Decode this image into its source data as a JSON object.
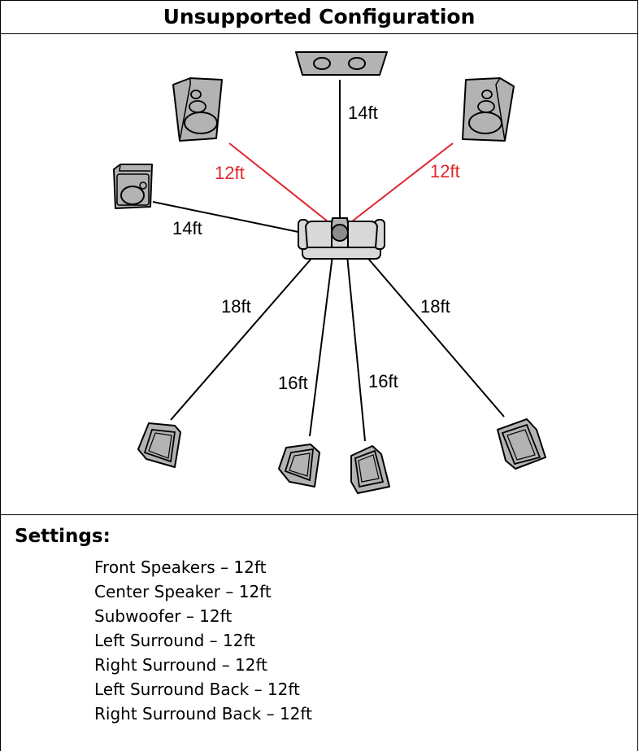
{
  "header": {
    "title": "Unsupported Configuration"
  },
  "diagram": {
    "distances": {
      "center": "14ft",
      "front_left": "12ft",
      "front_right": "12ft",
      "subwoofer": "14ft",
      "left_surround": "18ft",
      "right_surround": "18ft",
      "left_surround_back": "16ft",
      "right_surround_back": "16ft"
    },
    "colors": {
      "highlight_line": "#e0262c",
      "speaker_fill": "#b3b3b3",
      "couch_fill": "#d9d9d9",
      "line": "#000000"
    }
  },
  "settings": {
    "title": "Settings:",
    "items": [
      "Front Speakers – 12ft",
      "Center Speaker – 12ft",
      "Subwoofer – 12ft",
      "Left Surround – 12ft",
      "Right Surround – 12ft",
      "Left Surround Back – 12ft",
      "Right Surround Back – 12ft"
    ]
  }
}
